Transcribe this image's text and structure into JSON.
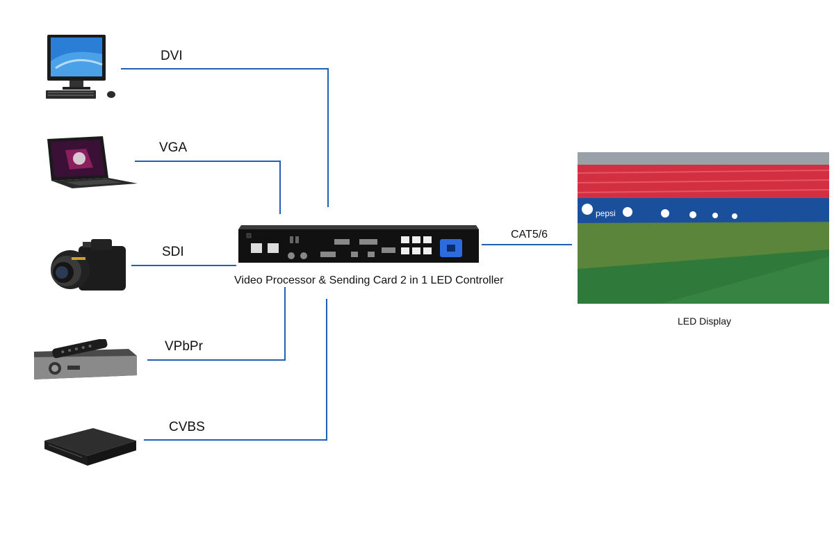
{
  "connections": {
    "dvi": "DVI",
    "vga": "VGA",
    "sdi": "SDI",
    "vpbpr": "VPbPr",
    "cvbs": "CVBS",
    "cat": "CAT5/6"
  },
  "controller": {
    "caption": "Video Processor & Sending Card 2 in 1 LED Controller"
  },
  "display": {
    "caption": "LED Display",
    "banner_text": "pepsi"
  },
  "colors": {
    "wire": "#1f5fb5",
    "stadium_seat": "#d8203a",
    "banner": "#1a4f9c",
    "grass": "#2f7a3a"
  }
}
